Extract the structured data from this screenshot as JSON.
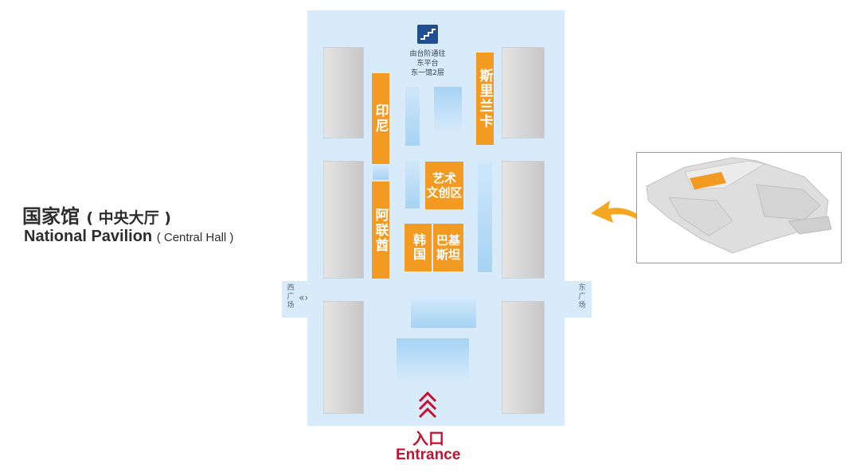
{
  "title": {
    "cn": "国家馆",
    "cn_sub": "( 中央大厅 )",
    "en": "National Pavilion",
    "en_sub": "( Central Hall )"
  },
  "stair_note": [
    "由台阶通往",
    "东平台",
    "东一馆2层"
  ],
  "west_plaza": "西广场",
  "east_plaza": "东广场",
  "wing_arrows": "«»",
  "booths": {
    "indonesia": "印尼",
    "sri_lanka": "斯里兰卡",
    "uae": "阿联酋",
    "art": [
      "艺术",
      "文创区"
    ],
    "korea": "韩国",
    "pakistan": [
      "巴基",
      "斯坦"
    ]
  },
  "entrance": {
    "cn": "入口",
    "en": "Entrance"
  },
  "colors": {
    "booth": "#f29a22",
    "hall": "#d7ebfb",
    "entrance": "#c8102e",
    "stair_icon": "#1f4f91"
  },
  "icons": [
    "stairs-icon",
    "entrance-chevrons-icon",
    "locator-arrow-icon"
  ]
}
